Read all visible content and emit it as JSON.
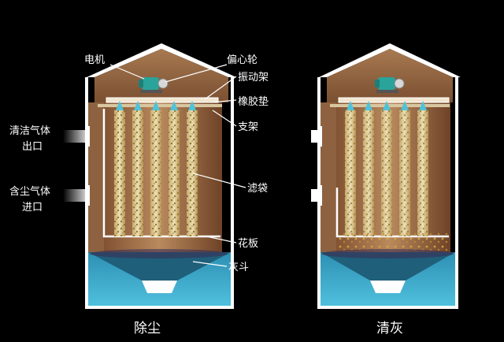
{
  "labels": {
    "motor": "电机",
    "eccentric_wheel": "偏心轮",
    "vibration_frame": "振动架",
    "rubber_pad": "橡胶垫",
    "support": "支架",
    "clean_gas_outlet_line1": "清洁气体",
    "clean_gas_outlet_line2": "出口",
    "dusty_gas_inlet_line1": "含尘气体",
    "dusty_gas_inlet_line2": "进口",
    "filter_bag": "滤袋",
    "tube_sheet": "花板",
    "ash_hopper": "灰斗"
  },
  "captions": {
    "left": "除尘",
    "right": "清灰"
  },
  "colors": {
    "background": "#000000",
    "shell": "#d9c2a3",
    "shell_outline": "#ffffff",
    "chamber": "#8a5a3a",
    "bag": "#e8d6a8",
    "hopper": "#3aa8c8",
    "motor": "#2aa39a",
    "nozzle": "#4ec3d9"
  }
}
